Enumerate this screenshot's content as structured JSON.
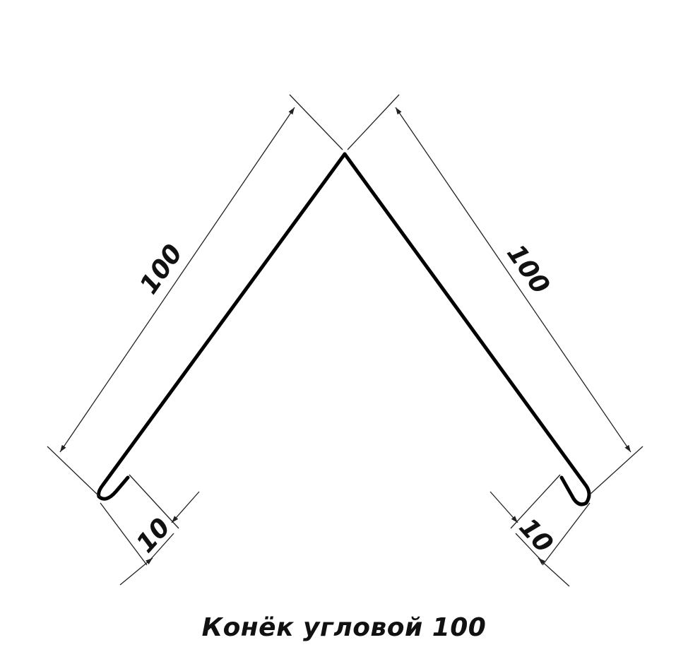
{
  "title": "Конёк угловой 100",
  "dimensions": {
    "left_side": "100",
    "right_side": "100",
    "left_hem": "10",
    "right_hem": "10"
  },
  "colors": {
    "profile": "#000000",
    "dimension_lines": "#222222",
    "text": "#111111",
    "background": "#ffffff"
  }
}
